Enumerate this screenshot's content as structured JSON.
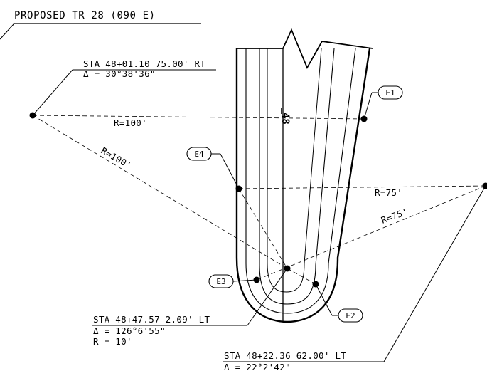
{
  "title": "PROPOSED TR 28 (090 E)",
  "centerline_station": "48",
  "callouts": {
    "pc_right": {
      "station": "STA 48+01.10 75.00' RT",
      "delta": "Δ = 30°38'36\""
    },
    "curve_center": {
      "station": "STA 48+47.57 2.09' LT",
      "delta": "Δ = 126°6'55\"",
      "radius": "R = 10'"
    },
    "pc_left": {
      "station": "STA 48+22.36 62.00' LT",
      "delta": "Δ = 22°2'42\""
    }
  },
  "radii_labels": {
    "left_horizontal": "R=100'",
    "left_diagonal": "R=100'",
    "right_horizontal": "R=75'",
    "right_diagonal": "R=75'"
  },
  "points": {
    "e1": "E1",
    "e2": "E2",
    "e3": "E3",
    "e4": "E4"
  }
}
